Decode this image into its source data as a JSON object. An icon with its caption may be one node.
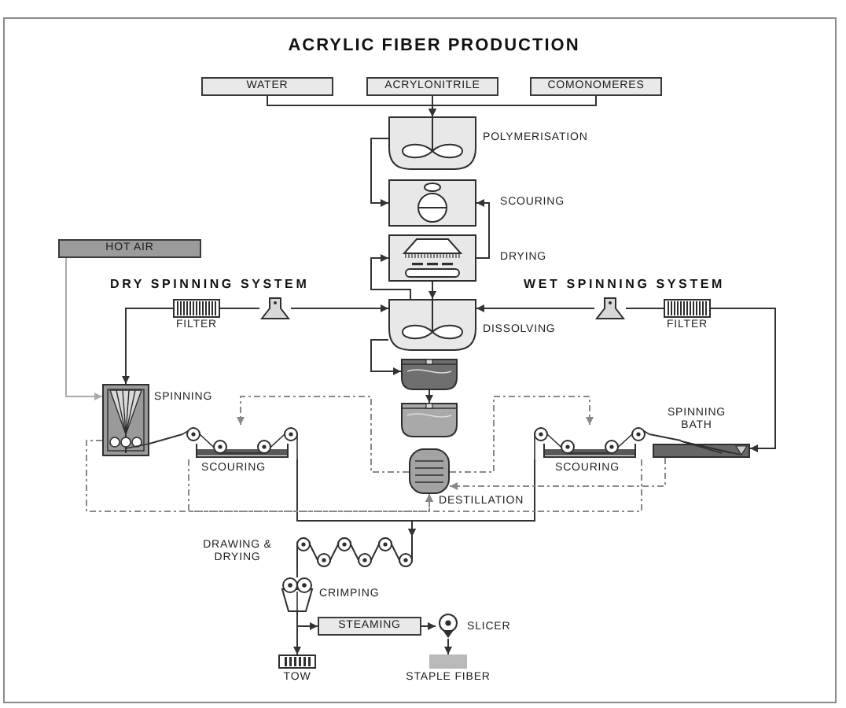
{
  "diagram": {
    "title": "ACRYLIC FIBER PRODUCTION",
    "nodes": [
      {
        "text": [
          "WATER"
        ]
      },
      {
        "text": [
          "ACRYLONITRILE"
        ]
      },
      {
        "text": [
          "COMONOMERES"
        ]
      },
      {
        "text": [],
        "shape": "picture",
        "beside": [
          "POLYMERISATION"
        ]
      },
      {
        "text": [],
        "shape": "picture",
        "beside": [
          "SCOURING"
        ]
      },
      {
        "text": [],
        "shape": "picture",
        "beside": [
          "DRYING"
        ]
      },
      {
        "text": [
          "HOT AIR"
        ]
      },
      {
        "text": [],
        "shape": "picture",
        "beside": [
          "DISSOLVING"
        ]
      },
      {
        "text": [],
        "shape": "picture",
        "beside": [
          "FILTER"
        ]
      },
      {
        "text": [],
        "shape": "picture"
      },
      {
        "text": [],
        "shape": "picture"
      },
      {
        "text": [],
        "shape": "picture",
        "beside": [
          "FILTER"
        ]
      },
      {
        "text": [],
        "shape": "picture"
      },
      {
        "text": [],
        "shape": "picture"
      },
      {
        "text": [],
        "shape": "picture",
        "beside": [
          "SPINNING"
        ]
      },
      {
        "text": [],
        "shape": "picture",
        "beside": [
          "SCOURING"
        ]
      },
      {
        "text": [],
        "shape": "picture",
        "beside": [
          "DESTILLATION"
        ]
      },
      {
        "text": [],
        "shape": "picture",
        "beside": [
          "SCOURING"
        ]
      },
      {
        "text": [],
        "shape": "picture",
        "beside": [
          "SPINNING BATH"
        ]
      },
      {
        "text": [],
        "shape": "picture",
        "beside": [
          "DRAWING & DRYING"
        ]
      },
      {
        "text": [],
        "shape": "picture",
        "beside": [
          "CRIMPING"
        ]
      },
      {
        "text": [
          "STEAMING"
        ]
      },
      {
        "text": [],
        "shape": "picture",
        "beside": [
          "SLICER"
        ]
      },
      {
        "text": [],
        "shape": "picture",
        "beside": [
          "TOW"
        ]
      },
      {
        "text": [],
        "shape": "bar",
        "beside": [
          "STAPLE FIBER"
        ]
      }
    ],
    "edges": [
      {
        "from": 0,
        "to": 3,
        "arrow": "to"
      },
      {
        "from": 1,
        "to": 3,
        "arrow": "to"
      },
      {
        "from": 2,
        "to": 3,
        "arrow": "to"
      },
      {
        "from": 3,
        "to": 4,
        "arrow": "to"
      },
      {
        "from": 5,
        "to": 4,
        "arrow": "to"
      },
      {
        "from": 5,
        "to": 7,
        "arrow": "to"
      },
      {
        "from": 7,
        "to": 5,
        "arrow": "to"
      },
      {
        "from": 9,
        "to": 7,
        "arrow": "to"
      },
      {
        "from": 9,
        "to": 8,
        "arrow": "none"
      },
      {
        "from": 8,
        "to": 14,
        "arrow": "to"
      },
      {
        "from": 10,
        "to": 7,
        "arrow": "to"
      },
      {
        "from": 10,
        "to": 11,
        "arrow": "none"
      },
      {
        "from": 11,
        "to": 18,
        "arrow": "to"
      },
      {
        "from": 6,
        "to": 14,
        "arrow": "to",
        "color": "#aaaaaa"
      },
      {
        "from": 14,
        "to": 15,
        "arrow": "none"
      },
      {
        "from": 15,
        "to": 19,
        "arrow": "to"
      },
      {
        "from": 17,
        "to": 19,
        "arrow": "to"
      },
      {
        "from": 18,
        "to": 17,
        "arrow": "none"
      },
      {
        "from": 19,
        "to": 20,
        "arrow": "none"
      },
      {
        "from": 20,
        "to": 23,
        "arrow": "to"
      },
      {
        "from": 20,
        "to": 21,
        "arrow": "to"
      },
      {
        "from": 21,
        "to": 22,
        "arrow": "to"
      },
      {
        "from": 22,
        "to": 24,
        "arrow": "to"
      },
      {
        "from": 14,
        "to": 16,
        "arrow": "to",
        "style": "dashed",
        "color": "#888888"
      },
      {
        "from": 15,
        "to": 16,
        "arrow": "to",
        "style": "dashed",
        "color": "#888888"
      },
      {
        "from": 17,
        "to": 16,
        "arrow": "to",
        "style": "dashed",
        "color": "#888888"
      },
      {
        "from": 16,
        "to": 15,
        "arrow": "to",
        "style": "dashed",
        "color": "#888888"
      },
      {
        "from": 16,
        "to": 17,
        "arrow": "to",
        "style": "dashed",
        "color": "#888888"
      },
      {
        "from": 18,
        "to": 16,
        "arrow": "to",
        "style": "dashed",
        "color": "#888888"
      },
      {
        "from": 7,
        "to": 12,
        "arrow": "to"
      },
      {
        "from": 12,
        "to": 13,
        "arrow": "to"
      }
    ],
    "labels": [
      "DRY SPINNING SYSTEM",
      "WET SPINNING SYSTEM"
    ]
  }
}
